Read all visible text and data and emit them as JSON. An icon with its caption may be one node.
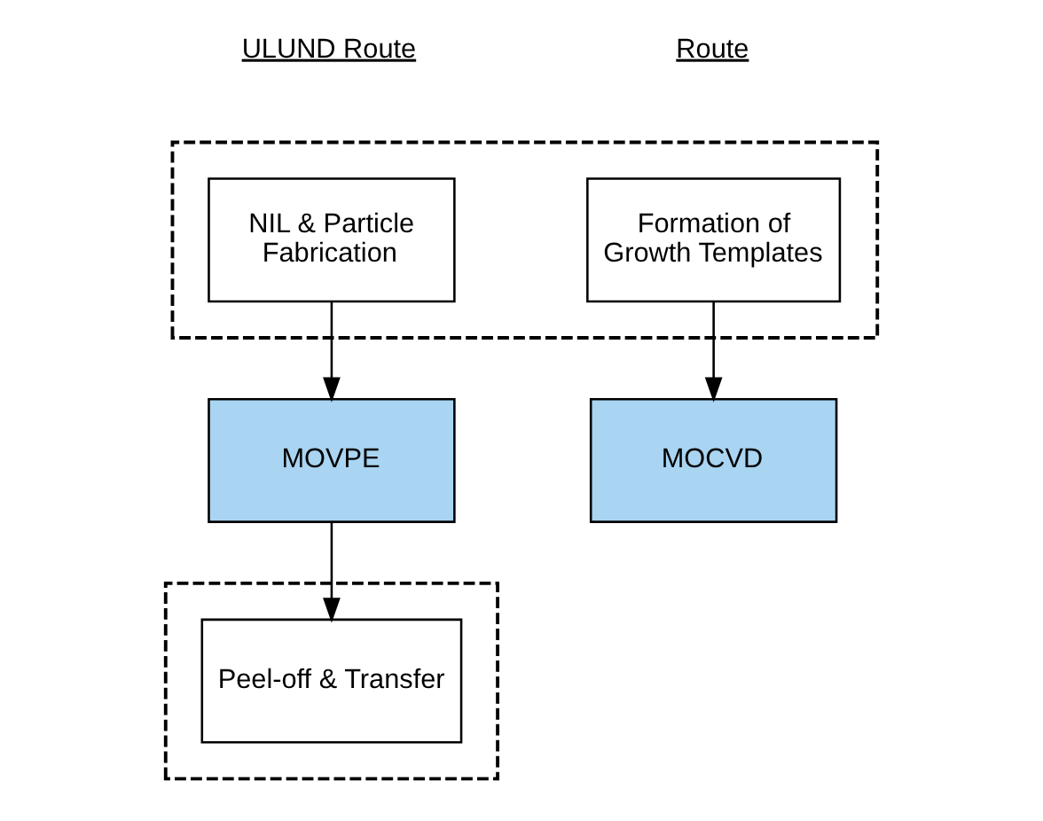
{
  "diagram": {
    "nodes": [
      {
        "text": [],
        "shape": "box"
      },
      {
        "text": [
          "NIL & Particle Fabrication"
        ],
        "in": 0
      },
      {
        "text": [
          "Formation of Growth Templates"
        ],
        "in": 0
      },
      {
        "text": [
          "MOVPE"
        ]
      },
      {
        "text": [
          "MOCVD"
        ]
      },
      {
        "text": [],
        "shape": "box"
      },
      {
        "text": [
          "Peel-off & Transfer"
        ],
        "in": 5
      }
    ],
    "edges": [
      {
        "from": 1,
        "to": 3,
        "arrow": "to"
      },
      {
        "from": 2,
        "to": 4,
        "arrow": "to"
      },
      {
        "from": 3,
        "to": 6,
        "arrow": "to"
      }
    ],
    "labels": [
      "ULUND Route",
      "Route"
    ]
  }
}
